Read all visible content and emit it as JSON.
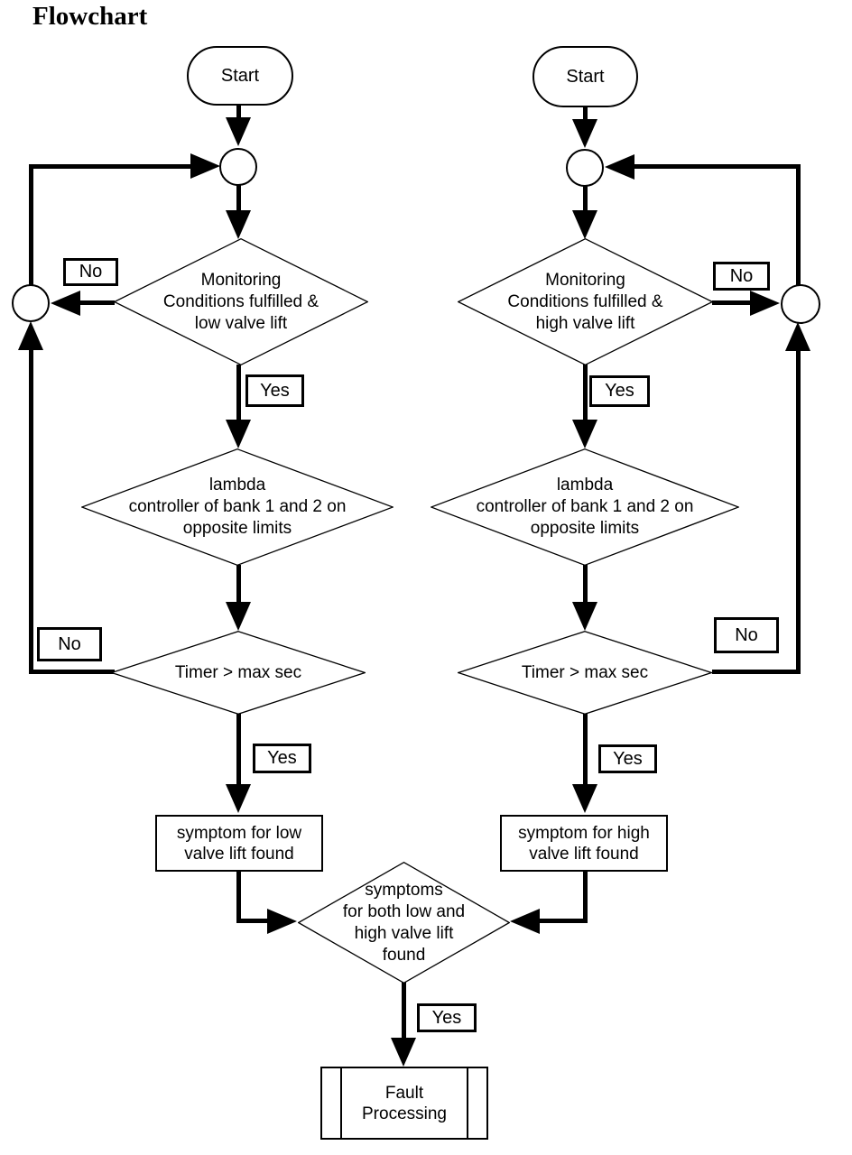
{
  "title": "Flowchart",
  "colors": {
    "ink": "#000000",
    "background": "#ffffff"
  },
  "left_branch": {
    "start": "Start",
    "monitoring_decision": "Monitoring\nConditions fulfilled &\nlow valve lift",
    "monitoring_no": "No",
    "monitoring_yes": "Yes",
    "lambda_decision": "lambda\ncontroller of bank 1 and 2 on\nopposite limits",
    "timer_decision": "Timer > max sec",
    "timer_no": "No",
    "timer_yes": "Yes",
    "symptom": "symptom for low\nvalve lift found"
  },
  "right_branch": {
    "start": "Start",
    "monitoring_decision": "Monitoring\nConditions fulfilled &\nhigh valve lift",
    "monitoring_no": "No",
    "monitoring_yes": "Yes",
    "lambda_decision": "lambda\ncontroller of bank 1 and 2 on\nopposite limits",
    "timer_decision": "Timer > max sec",
    "timer_no": "No",
    "timer_yes": "Yes",
    "symptom": "symptom for high\nvalve lift found"
  },
  "merge": {
    "decision": "symptoms\nfor both low and\nhigh valve lift\nfound",
    "yes": "Yes",
    "fault_processing": "Fault\nProcessing"
  }
}
